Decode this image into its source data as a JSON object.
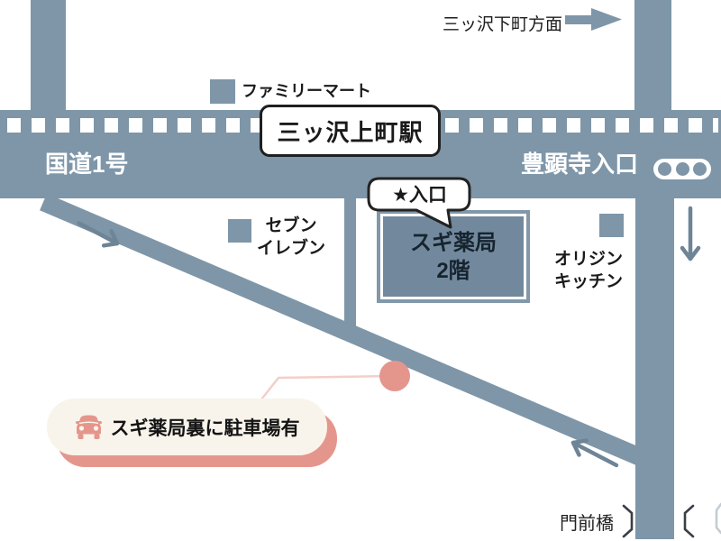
{
  "colors": {
    "road": "#7E96A8",
    "arrow": "#6E8497",
    "building": "#72899D",
    "buildingRing": "#8298AA",
    "salmon": "#E5968C",
    "salmonLight": "#F3CFC9",
    "calloutBg": "#F8F4EB",
    "ink": "#1A1A1A"
  },
  "top": {
    "direction_label": "三ッ沢下町方面"
  },
  "roads": {
    "route1_label": "国道1号",
    "intersection_label": "豊顕寺入口"
  },
  "station": {
    "label": "三ッ沢上町駅"
  },
  "places": {
    "familymart": "ファミリーマート",
    "seven_line1": "セブン",
    "seven_line2": "イレブン",
    "origin_line1": "オリジン",
    "origin_line2": "キッチン"
  },
  "pharmacy": {
    "line1": "スギ薬局",
    "line2": "2階"
  },
  "entrance_bubble": {
    "label": "★入口"
  },
  "parking_callout": {
    "label": "スギ薬局裏に駐車場有"
  },
  "bridge": {
    "label": "門前橋"
  },
  "icons": {
    "traffic_light": "three-circle-signal",
    "car": "car-front-silhouette",
    "direction_arrow": "block-arrow-right",
    "bridge_symbol": "bridge-brackets"
  }
}
